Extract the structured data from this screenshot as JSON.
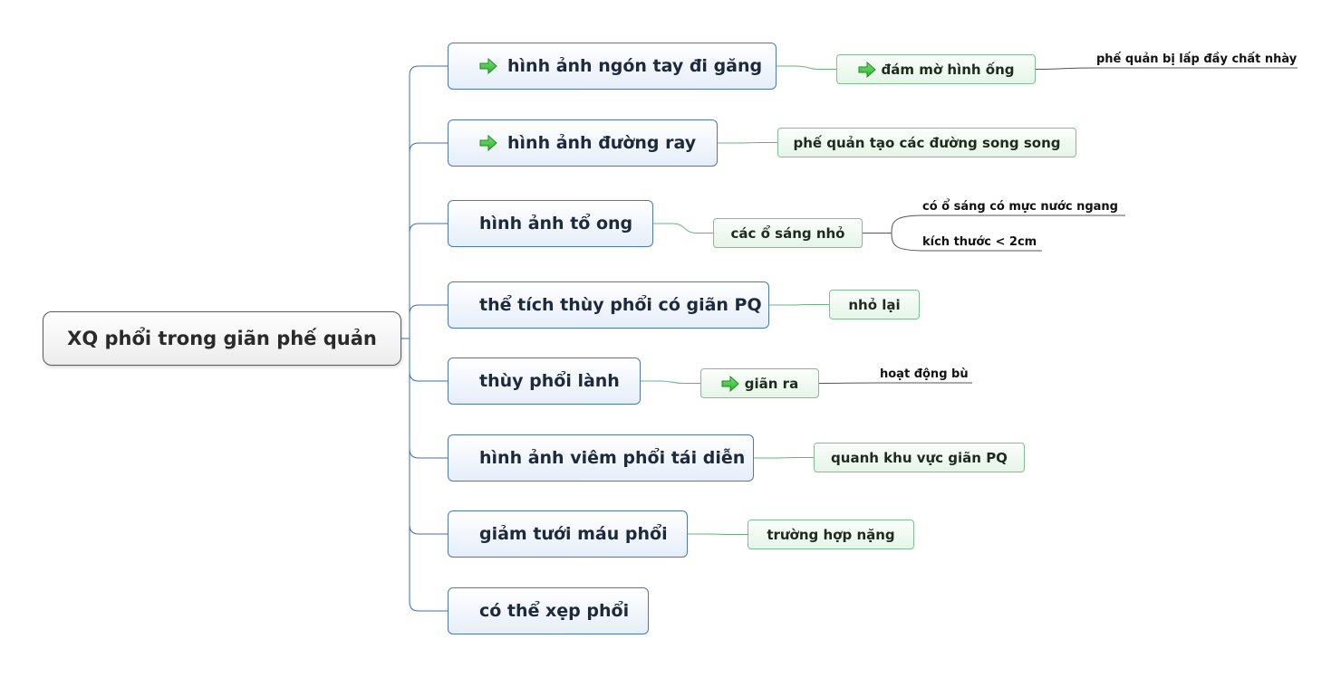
{
  "root": {
    "label": "XQ phổi trong giãn phế quản"
  },
  "colors": {
    "main_line": "#3c6cb4",
    "sub_line": "#64b478",
    "leaf_line": "#555555",
    "arrow": "#28b428"
  },
  "branches": [
    {
      "label": "hình ảnh ngón tay đi găng",
      "icon": "right-arrow-icon",
      "sub": {
        "label": "đám mờ hình ống",
        "icon": "right-arrow-icon"
      },
      "leaves": [
        "phế quản bị lấp đầy chất nhày"
      ]
    },
    {
      "label": "hình ảnh đường ray",
      "icon": "right-arrow-icon",
      "sub": {
        "label": "phế quản tạo các đường song song"
      },
      "leaves": []
    },
    {
      "label": "hình ảnh tổ ong",
      "sub": {
        "label": "các ổ sáng nhỏ"
      },
      "leaves": [
        "có ổ sáng có mực nước ngang",
        "kích thước < 2cm"
      ]
    },
    {
      "label": "thể tích thùy phổi có giãn PQ",
      "sub": {
        "label": "nhỏ lại"
      },
      "leaves": []
    },
    {
      "label": "thùy phổi lành",
      "sub": {
        "label": "giãn ra",
        "icon": "right-arrow-icon"
      },
      "leaves": [
        "hoạt động bù"
      ]
    },
    {
      "label": "hình ảnh viêm phổi tái diễn",
      "sub": {
        "label": "quanh khu vực giãn PQ"
      },
      "leaves": []
    },
    {
      "label": "giảm tưới máu phổi",
      "sub": {
        "label": "trường hợp nặng"
      },
      "leaves": []
    },
    {
      "label": "có thể xẹp phổi",
      "leaves": []
    }
  ]
}
